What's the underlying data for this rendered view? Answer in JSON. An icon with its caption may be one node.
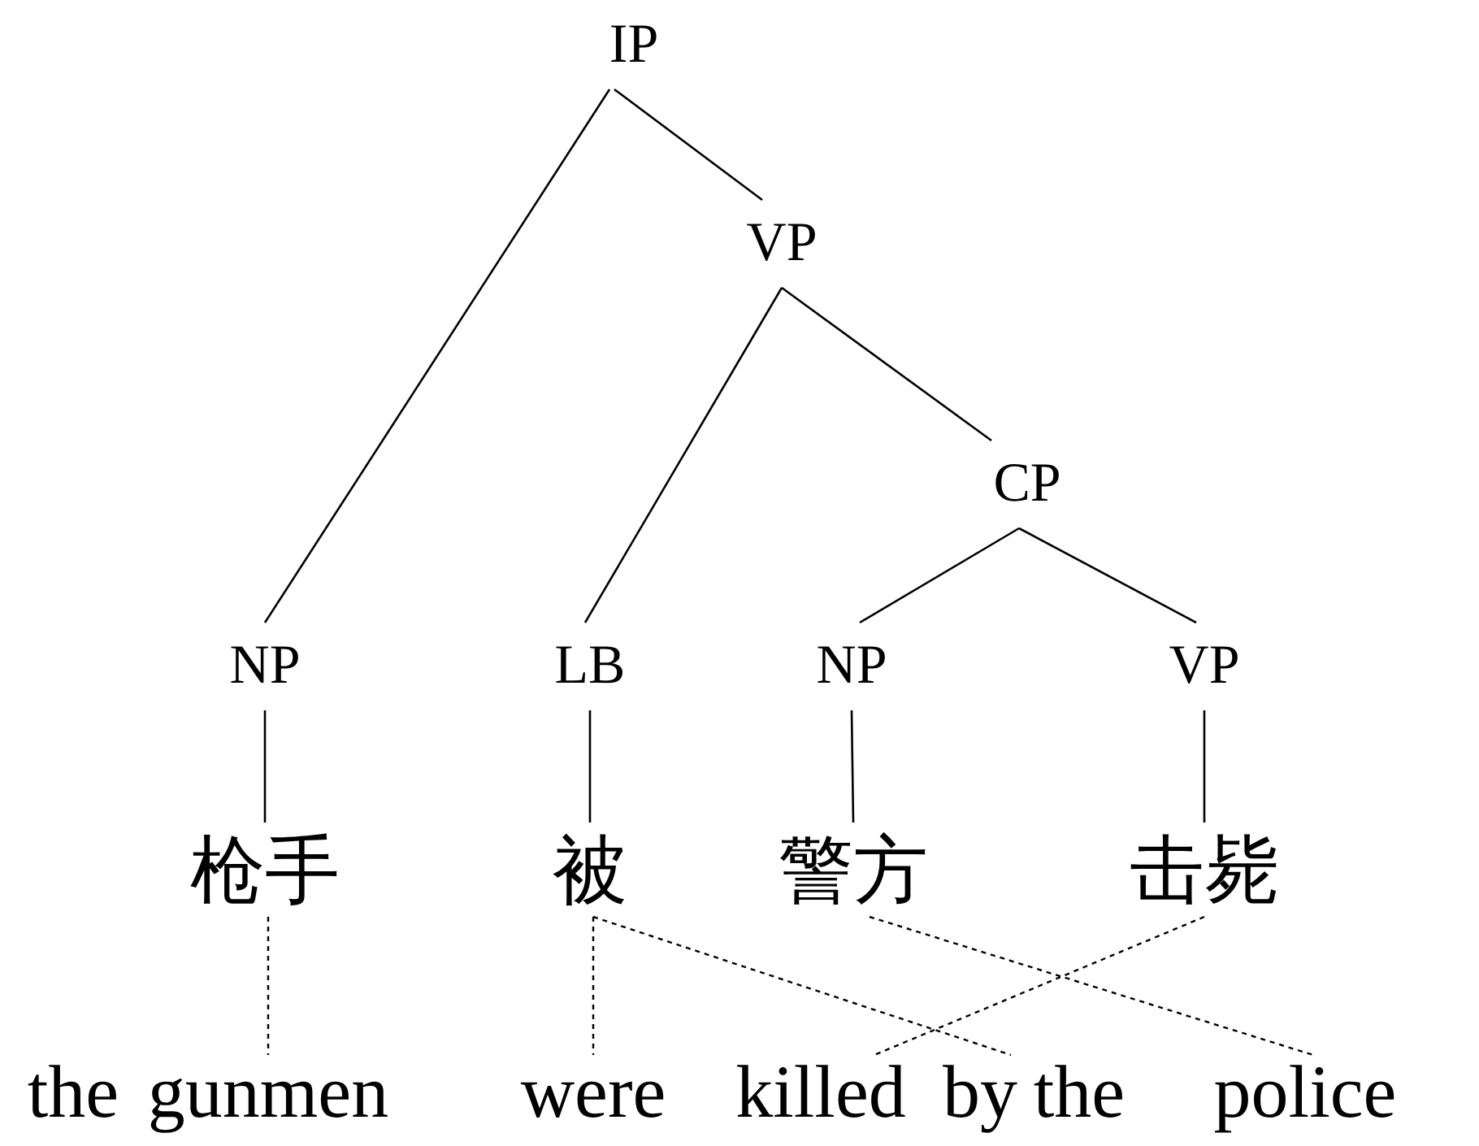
{
  "diagram": {
    "nodes": [
      {
        "text": [
          "IP"
        ]
      },
      {
        "text": [
          "VP"
        ]
      },
      {
        "text": [
          "CP"
        ]
      },
      {
        "text": [
          "NP"
        ]
      },
      {
        "text": [
          "LB"
        ]
      },
      {
        "text": [
          "NP"
        ]
      },
      {
        "text": [
          "VP"
        ]
      },
      {
        "text": [
          "枪手"
        ]
      },
      {
        "text": [
          "被"
        ]
      },
      {
        "text": [
          "警方"
        ]
      },
      {
        "text": [
          "击毙"
        ]
      },
      {
        "text": [
          "the"
        ]
      },
      {
        "text": [
          "gunmen"
        ]
      },
      {
        "text": [
          "were"
        ]
      },
      {
        "text": [
          "killed"
        ]
      },
      {
        "text": [
          "by"
        ]
      },
      {
        "text": [
          "the"
        ]
      },
      {
        "text": [
          "police"
        ]
      }
    ],
    "edges": [
      {
        "from": 0,
        "to": 3,
        "arrow": "none"
      },
      {
        "from": 0,
        "to": 1,
        "arrow": "none"
      },
      {
        "from": 1,
        "to": 4,
        "arrow": "none"
      },
      {
        "from": 1,
        "to": 2,
        "arrow": "none"
      },
      {
        "from": 2,
        "to": 5,
        "arrow": "none"
      },
      {
        "from": 2,
        "to": 6,
        "arrow": "none"
      },
      {
        "from": 3,
        "to": 7,
        "arrow": "none"
      },
      {
        "from": 4,
        "to": 8,
        "arrow": "none"
      },
      {
        "from": 5,
        "to": 9,
        "arrow": "none"
      },
      {
        "from": 6,
        "to": 10,
        "arrow": "none"
      },
      {
        "from": 7,
        "to": 12,
        "arrow": "none",
        "style": "dashed"
      },
      {
        "from": 8,
        "to": 13,
        "arrow": "none",
        "style": "dashed"
      },
      {
        "from": 8,
        "to": 15,
        "arrow": "none",
        "style": "dashed"
      },
      {
        "from": 9,
        "to": 17,
        "arrow": "none",
        "style": "dashed"
      },
      {
        "from": 10,
        "to": 14,
        "arrow": "none",
        "style": "dashed"
      }
    ]
  }
}
